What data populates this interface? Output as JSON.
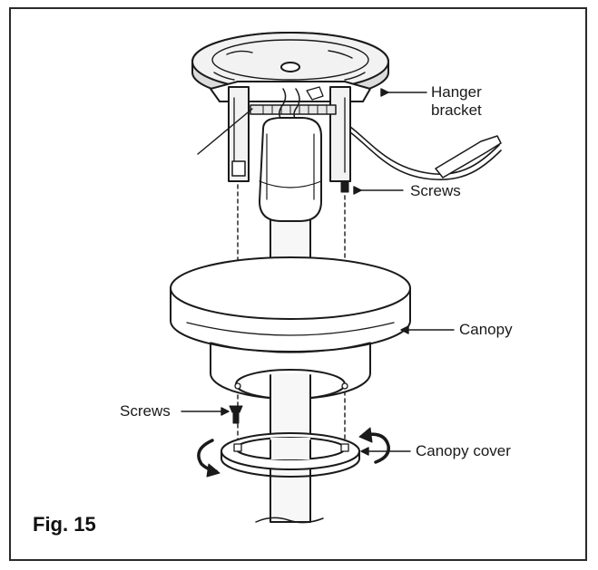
{
  "figure": {
    "label": "Fig. 15"
  },
  "callouts": {
    "hanger_bracket": [
      "Hanger",
      "bracket"
    ],
    "screws_upper": "Screws",
    "canopy": "Canopy",
    "screws_lower": "Screws",
    "canopy_cover": "Canopy cover"
  },
  "colors": {
    "line": "#1a1a1a",
    "fill_light": "#f2f2f2",
    "fill_mid": "#dcdcdc",
    "frame": "#2a2a2a"
  }
}
